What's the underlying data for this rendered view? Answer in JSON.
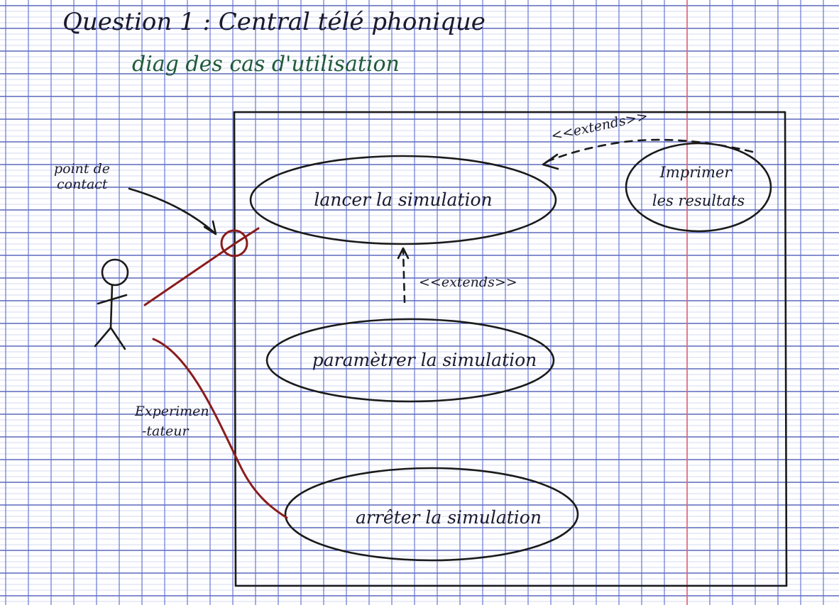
{
  "page": {
    "title": "Question 1 : Central télé phonique",
    "subtitle": "diag des cas d'utilisation"
  },
  "diagram": {
    "actor": {
      "name": "Experimen-tateur",
      "line1": "Experimen",
      "line2": "-tateur"
    },
    "annotation": {
      "line1": "point de",
      "line2": "contact"
    },
    "use_cases": {
      "launch": "lancer la simulation",
      "parameterize": "paramètrer la simulation",
      "stop": "arrêter la simulation",
      "print": {
        "line1": "Imprimer",
        "line2": "les resultats"
      }
    },
    "relations": {
      "extend_top": "<<extends>>",
      "extend_middle": "<<extends>>"
    }
  },
  "colors": {
    "paper": "#ffffff",
    "grid_blue": "#5a6ad0",
    "grid_horizontal": "#3b4bb0",
    "margin_red": "#e06070",
    "ink": "#1a1a1a",
    "association_red": "#8a1c1c",
    "title_ink": "#1a1a2e",
    "subtitle_green": "#1f5a3a"
  }
}
